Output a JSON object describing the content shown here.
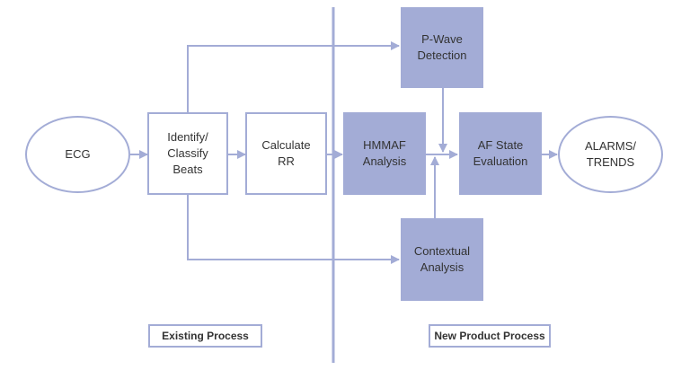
{
  "nodes": {
    "ecg": "ECG",
    "identify": "Identify/\nClassify\nBeats",
    "calculate": "Calculate\nRR",
    "hmmaf": "HMMAF\nAnalysis",
    "pwave": "P-Wave\nDetection",
    "contextual": "Contextual\nAnalysis",
    "afstate": "AF State\nEvaluation",
    "alarms": "ALARMS/\nTRENDS"
  },
  "labels": {
    "existing": "Existing Process",
    "new_product": "New Product Process"
  },
  "colors": {
    "accent": "#a3acd6",
    "text": "#333333",
    "background": "#ffffff"
  }
}
